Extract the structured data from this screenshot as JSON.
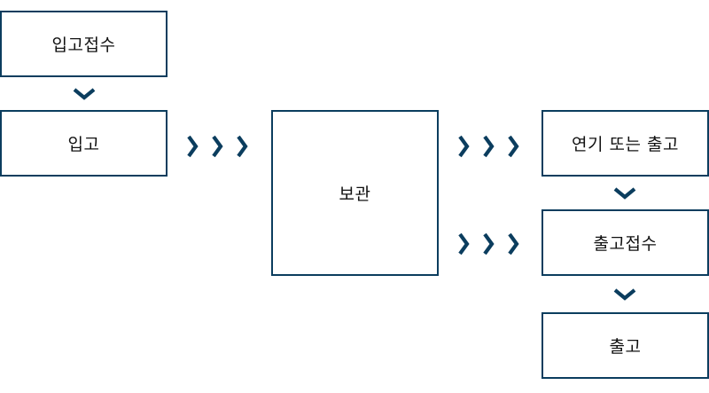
{
  "colors": {
    "stroke": "#0b3d5e",
    "arrow": "#0b3d5e",
    "text": "#111111",
    "background": "#ffffff"
  },
  "nodes": {
    "intake_receipt": "입고접수",
    "intake": "입고",
    "storage": "보관",
    "extension_or_release": "연기 또는 출고",
    "release_receipt": "출고접수",
    "release": "출고"
  },
  "arrows": {
    "icon": "chevron-right-icon",
    "down_icon": "chevron-down-icon"
  }
}
